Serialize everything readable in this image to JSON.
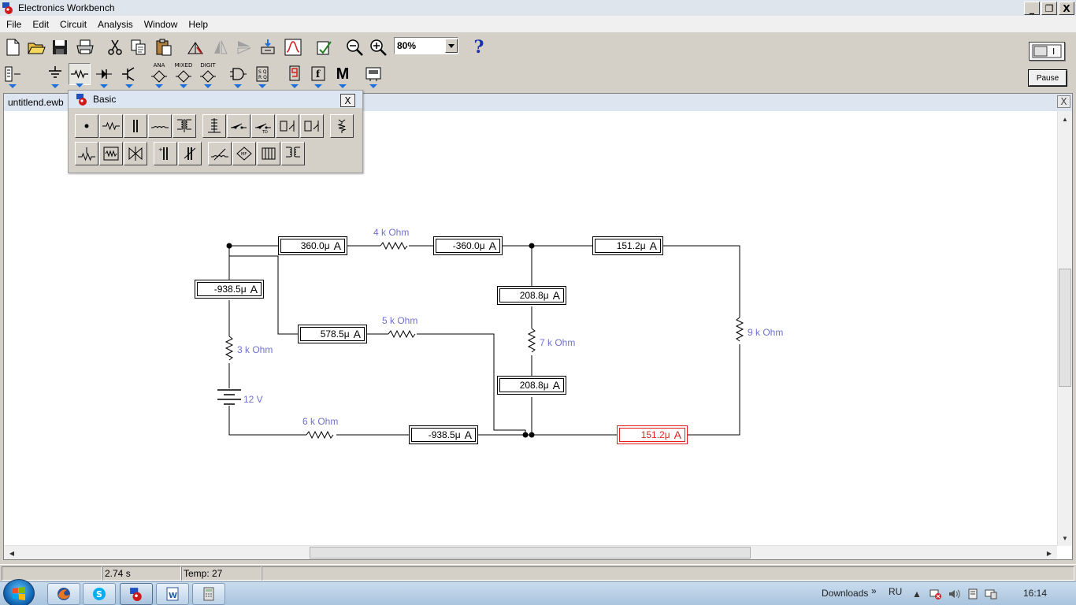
{
  "app": {
    "title": "Electronics Workbench"
  },
  "window_controls": {
    "minimize": "_",
    "maximize": "❐",
    "close": "X"
  },
  "menu": [
    "File",
    "Edit",
    "Circuit",
    "Analysis",
    "Window",
    "Help"
  ],
  "toolbar": {
    "zoom": "80%",
    "help_label": "?",
    "pause_label": "Pause",
    "bin_labels": {
      "analog": "ANA",
      "mixed": "MIXED",
      "digital": "DIGIT",
      "misc": "M"
    }
  },
  "document": {
    "name": "untitlend.ewb",
    "close_label": "X"
  },
  "parts_bin": {
    "title": "Basic",
    "close_label": "X"
  },
  "circuit": {
    "meters": [
      {
        "id": "meter-a",
        "value": "360.0μ",
        "unit": "A"
      },
      {
        "id": "meter-b",
        "value": "-360.0μ",
        "unit": "A"
      },
      {
        "id": "meter-c",
        "value": "151.2μ",
        "unit": "A"
      },
      {
        "id": "meter-d",
        "value": "-938.5μ",
        "unit": "A"
      },
      {
        "id": "meter-e",
        "value": "208.8μ",
        "unit": "A"
      },
      {
        "id": "meter-f",
        "value": "578.5μ",
        "unit": "A"
      },
      {
        "id": "meter-g",
        "value": "208.8μ",
        "unit": "A"
      },
      {
        "id": "meter-h",
        "value": "-938.5μ",
        "unit": "A"
      },
      {
        "id": "meter-i",
        "value": "151.2μ",
        "unit": "A",
        "selected": true
      }
    ],
    "labels": {
      "r4": "4 k Ohm",
      "r5": "5 k Ohm",
      "r3": "3 k Ohm",
      "r7": "7 k Ohm",
      "r9": "9 k Ohm",
      "r6": "6 k Ohm",
      "battery": "12 V"
    }
  },
  "statusbar": {
    "time": "2.74 s",
    "temp": "Temp:  27"
  },
  "taskbar": {
    "downloads": "Downloads",
    "chevron": "»",
    "language": "RU",
    "clock": "16:14"
  },
  "colors": {
    "wire": "#000000",
    "label": "#7070d0",
    "selected": "#e02020",
    "title_bar": "#dfe5ec"
  }
}
